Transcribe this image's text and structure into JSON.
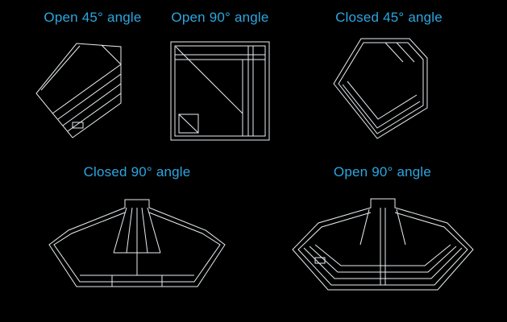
{
  "theme": {
    "bg": "#000000",
    "label": "#2ca6e0",
    "line": "#e9edf0"
  },
  "panels": [
    {
      "id": "open-45",
      "label": "Open 45° angle"
    },
    {
      "id": "open-90-top",
      "label": "Open 90° angle"
    },
    {
      "id": "closed-45",
      "label": "Closed 45° angle"
    },
    {
      "id": "closed-90",
      "label": "Closed 90° angle"
    },
    {
      "id": "open-90-bottom",
      "label": "Open 90° angle"
    }
  ]
}
